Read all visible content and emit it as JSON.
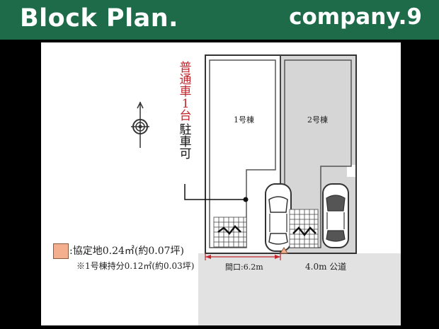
{
  "header": {
    "title": "Block Plan.",
    "company": "company.9"
  },
  "building1": {
    "label": "1号棟"
  },
  "building2": {
    "label": "2号棟"
  },
  "parking_note": {
    "red_chars": [
      "普",
      "通",
      "車",
      "1",
      "台"
    ],
    "black_chars": [
      "駐",
      "車",
      "可"
    ]
  },
  "legend": {
    "line1": ":協定地0.24㎡(約0.07坪)",
    "line2": "※1号棟持分0.12㎡(約0.03坪)"
  },
  "frontage": {
    "label": "間口:6.2m"
  },
  "road": {
    "label": "4.0m 公道"
  },
  "colors": {
    "header_bg": "#1e6b4a",
    "lot2_fill": "#d6d6d6",
    "road_fill": "#e2e2e2",
    "agreement_fill": "#f4b08e",
    "red_text": "#c1272d"
  }
}
